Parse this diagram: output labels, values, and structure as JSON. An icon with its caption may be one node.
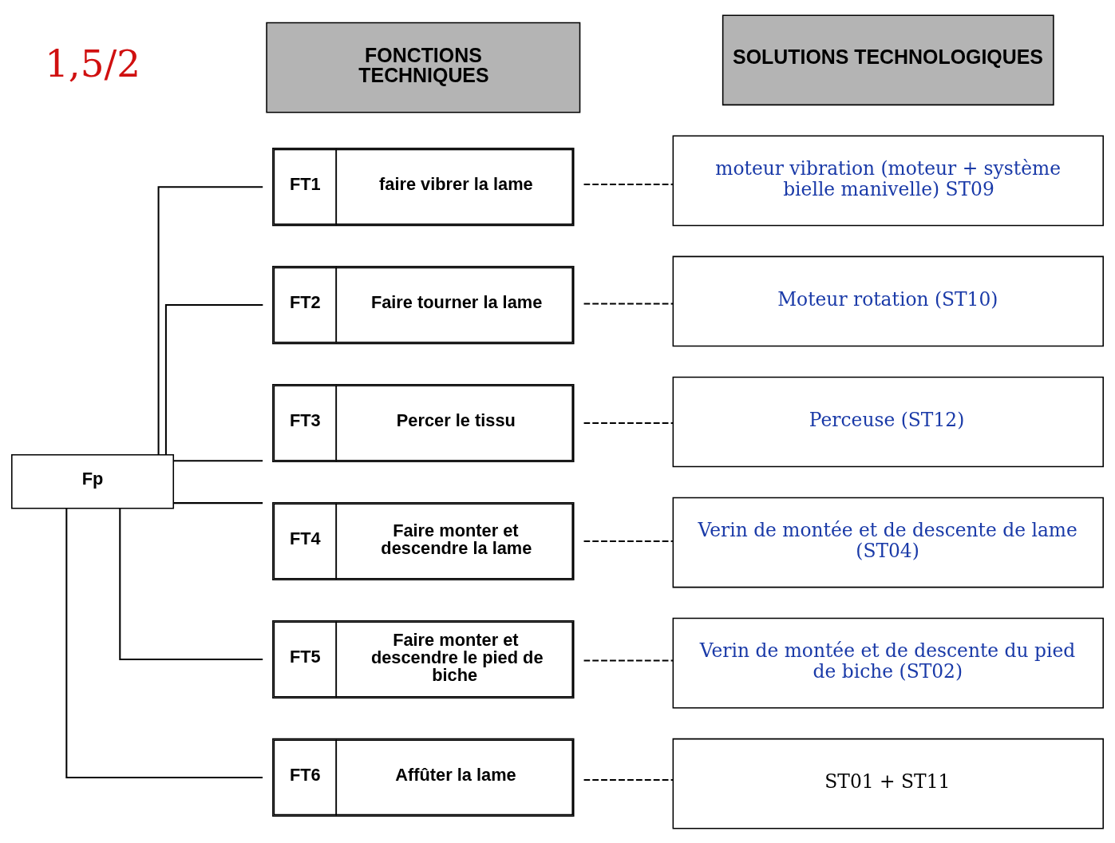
{
  "diagram": {
    "nodes": [
      {
        "text": [
          "FONCTIONS TECHNIQUES"
        ]
      },
      {
        "text": [
          "SOLUTIONS TECHNOLOGIQUES"
        ]
      },
      {
        "text": [
          "Fp"
        ]
      },
      {
        "text": [
          "FT1",
          "faire vibrer la lame"
        ]
      },
      {
        "text": [
          "FT2",
          "Faire tourner la lame"
        ]
      },
      {
        "text": [
          "FT3",
          "Percer le tissu"
        ]
      },
      {
        "text": [
          "FT4",
          "Faire monter et descendre la lame"
        ]
      },
      {
        "text": [
          "FT5",
          "Faire monter et descendre le pied de biche"
        ]
      },
      {
        "text": [
          "FT6",
          "Affûter la lame"
        ]
      },
      {
        "text": [
          "moteur vibration (moteur + système bielle manivelle) ST09"
        ]
      },
      {
        "text": [
          "Moteur rotation (ST10)"
        ]
      },
      {
        "text": [
          "Perceuse (ST12)"
        ]
      },
      {
        "text": [
          "Verin de montée et de descente de lame (ST04)"
        ]
      },
      {
        "text": [
          "Verin de montée et de descente du pied de biche (ST02)"
        ]
      },
      {
        "text": [
          "ST01 + ST11"
        ]
      }
    ],
    "edges": [
      {
        "from": 2,
        "to": 3,
        "arrow": "none"
      },
      {
        "from": 2,
        "to": 4,
        "arrow": "none"
      },
      {
        "from": 2,
        "to": 5,
        "arrow": "none"
      },
      {
        "from": 2,
        "to": 6,
        "arrow": "none"
      },
      {
        "from": 2,
        "to": 7,
        "arrow": "none"
      },
      {
        "from": 2,
        "to": 8,
        "arrow": "none"
      },
      {
        "from": 3,
        "to": 9,
        "arrow": "none",
        "style": "dashed"
      },
      {
        "from": 4,
        "to": 10,
        "arrow": "none",
        "style": "dashed"
      },
      {
        "from": 5,
        "to": 11,
        "arrow": "none",
        "style": "dashed"
      },
      {
        "from": 6,
        "to": 12,
        "arrow": "none",
        "style": "dashed"
      },
      {
        "from": 7,
        "to": 13,
        "arrow": "none",
        "style": "dashed"
      },
      {
        "from": 8,
        "to": 14,
        "arrow": "none",
        "style": "dashed"
      }
    ],
    "labels": [
      "1,5/2"
    ]
  }
}
